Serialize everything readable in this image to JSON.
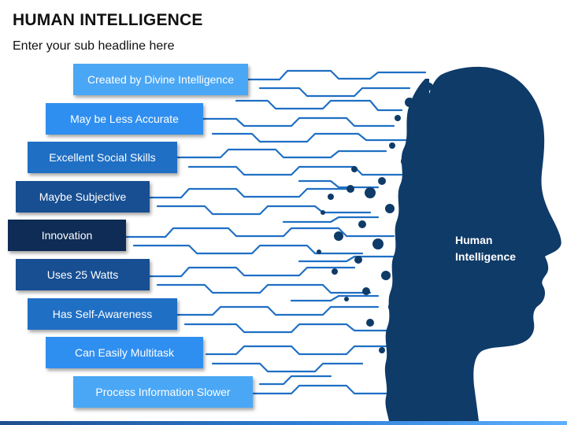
{
  "slide": {
    "title": "HUMAN INTELLIGENCE",
    "subtitle": "Enter your sub headline here",
    "face_label_line1": "Human",
    "face_label_line2": "Intelligence"
  },
  "items": [
    {
      "label": "Created by Divine Intelligence",
      "color": "#4aa7f5"
    },
    {
      "label": "May be Less Accurate",
      "color": "#2f8ff0"
    },
    {
      "label": "Excellent Social Skills",
      "color": "#1f6fc4"
    },
    {
      "label": "Maybe Subjective",
      "color": "#174f92"
    },
    {
      "label": "Innovation",
      "color": "#0e2c55"
    },
    {
      "label": "Uses 25 Watts",
      "color": "#174f92"
    },
    {
      "label": "Has Self-Awareness",
      "color": "#1f6fc4"
    },
    {
      "label": "Can Easily Multitask",
      "color": "#2f8ff0"
    },
    {
      "label": "Process Information Slower",
      "color": "#4aa7f5"
    }
  ],
  "colors": {
    "face": "#0f3b68",
    "circuit": "#1f6fc4",
    "accent": "#2d7fd8"
  }
}
